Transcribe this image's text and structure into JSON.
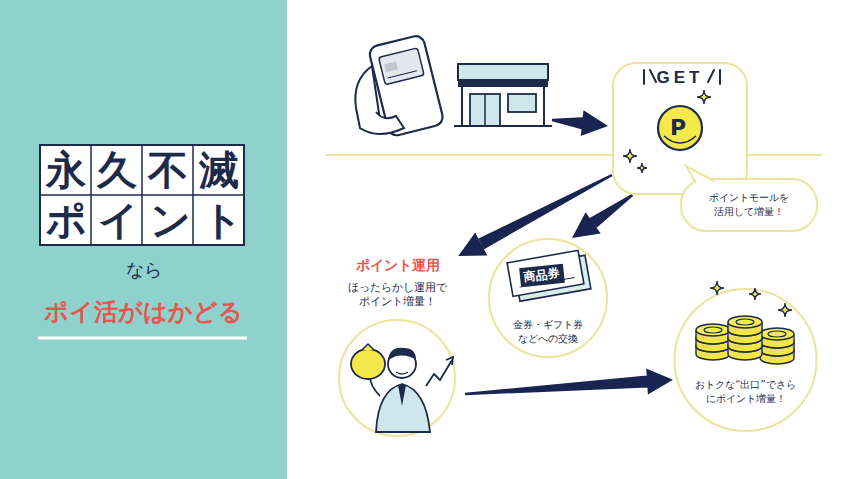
{
  "diagram": {
    "title": "永久不滅ポイント",
    "nodes": [
      {
        "text": [
          "GET"
        ]
      },
      {
        "text": [
          "ポイントモールを活用して増量！"
        ]
      },
      {
        "text": [
          "ポイント運用",
          "ほったらかし運用でポイント増量！"
        ]
      },
      {
        "text": [
          "金券・ギフト券などへの交換"
        ]
      },
      {
        "text": [
          "おトクな“出口”でさらにポイント増量！"
        ]
      }
    ],
    "edges": [
      {
        "from": 0,
        "to": 2,
        "arrow": "to"
      },
      {
        "from": 0,
        "to": 3,
        "arrow": "to"
      },
      {
        "from": 2,
        "to": 4,
        "arrow": "to"
      }
    ],
    "labels": [
      "なら",
      "ポイ活がはかどる",
      "P",
      "商品券"
    ]
  }
}
